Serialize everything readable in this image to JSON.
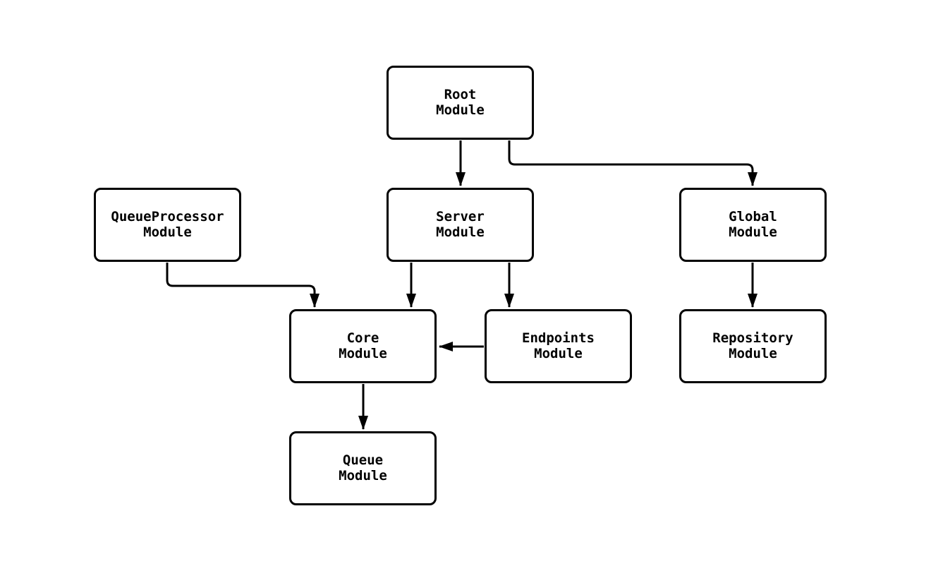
{
  "diagram": {
    "type": "flowchart",
    "background_color": "#ffffff",
    "stroke_color": "#000000",
    "node_fill_color": "#ffffff",
    "nodes": [
      {
        "id": "root",
        "label": "Root\nModule"
      },
      {
        "id": "queueprocessor",
        "label": "QueueProcessor\nModule"
      },
      {
        "id": "server",
        "label": "Server\nModule"
      },
      {
        "id": "global",
        "label": "Global\nModule"
      },
      {
        "id": "core",
        "label": "Core\nModule"
      },
      {
        "id": "endpoints",
        "label": "Endpoints\nModule"
      },
      {
        "id": "repository",
        "label": "Repository\nModule"
      },
      {
        "id": "queue",
        "label": "Queue\nModule"
      }
    ],
    "edges": [
      {
        "from": "root",
        "to": "server"
      },
      {
        "from": "root",
        "to": "global"
      },
      {
        "from": "queueprocessor",
        "to": "core"
      },
      {
        "from": "server",
        "to": "core"
      },
      {
        "from": "server",
        "to": "endpoints"
      },
      {
        "from": "endpoints",
        "to": "core"
      },
      {
        "from": "global",
        "to": "repository"
      },
      {
        "from": "core",
        "to": "queue"
      }
    ]
  }
}
